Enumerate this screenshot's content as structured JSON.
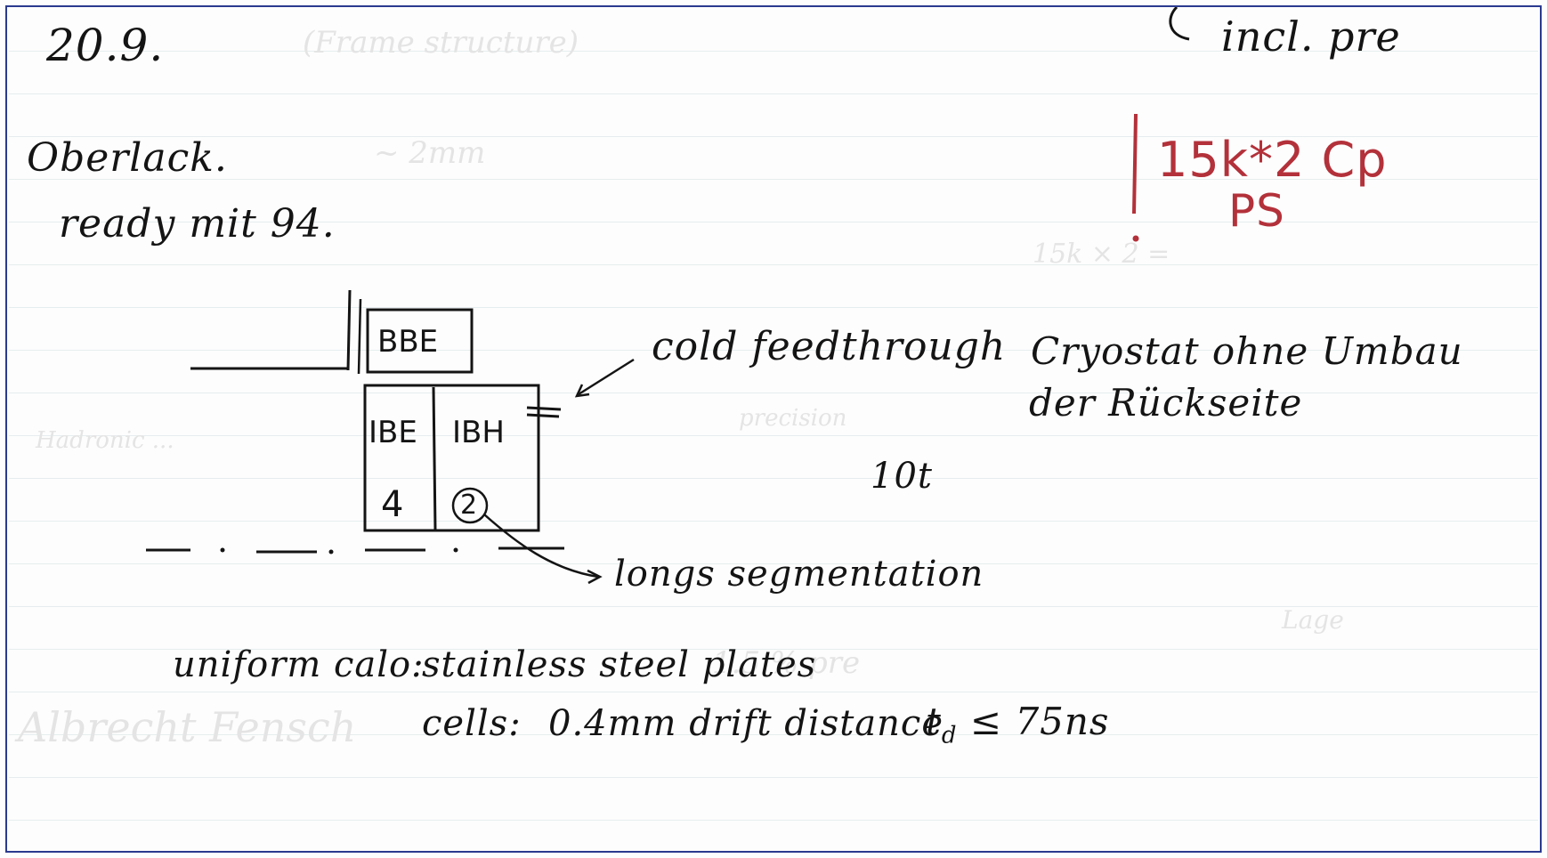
{
  "top_right": {
    "brace_text": "incl. pre"
  },
  "date": "20.9.",
  "heading": "Oberlack.",
  "ready_line": "ready mit 94.",
  "red_note": {
    "line1": "15k*2 Cp",
    "line2": "PS"
  },
  "diagram": {
    "top_box": "BBE",
    "left_cell": {
      "label": "IBE",
      "value": "4"
    },
    "right_cell": {
      "label": "IBH",
      "value": "2"
    },
    "annotation_feedthrough": "cold feedthrough",
    "annotation_segmentation": "longs segmentation",
    "weight": "10t"
  },
  "cryostat_note": {
    "line1": "Cryostat ohne Umbau",
    "line2": "der Rückseite"
  },
  "calo_line": {
    "label": "uniform calo:",
    "text": "stainless steel plates"
  },
  "cells_line": {
    "label": "cells:",
    "text": "0.4mm drift distance",
    "td": "t",
    "td_sub": "d",
    "td_rest": " ≤ 75ns"
  },
  "bleed_through": {
    "lines": [
      "(Frame structure)",
      "15k × 2 =",
      "~ 2mm",
      "1.5 % pre",
      "Albrecht Fensch",
      "Hadronic ...",
      "precision",
      "Lage"
    ]
  },
  "colors": {
    "ink": "#141414",
    "red_ink": "#b3313a",
    "frame": "#2a3a8f",
    "rule": "#e6edee"
  }
}
